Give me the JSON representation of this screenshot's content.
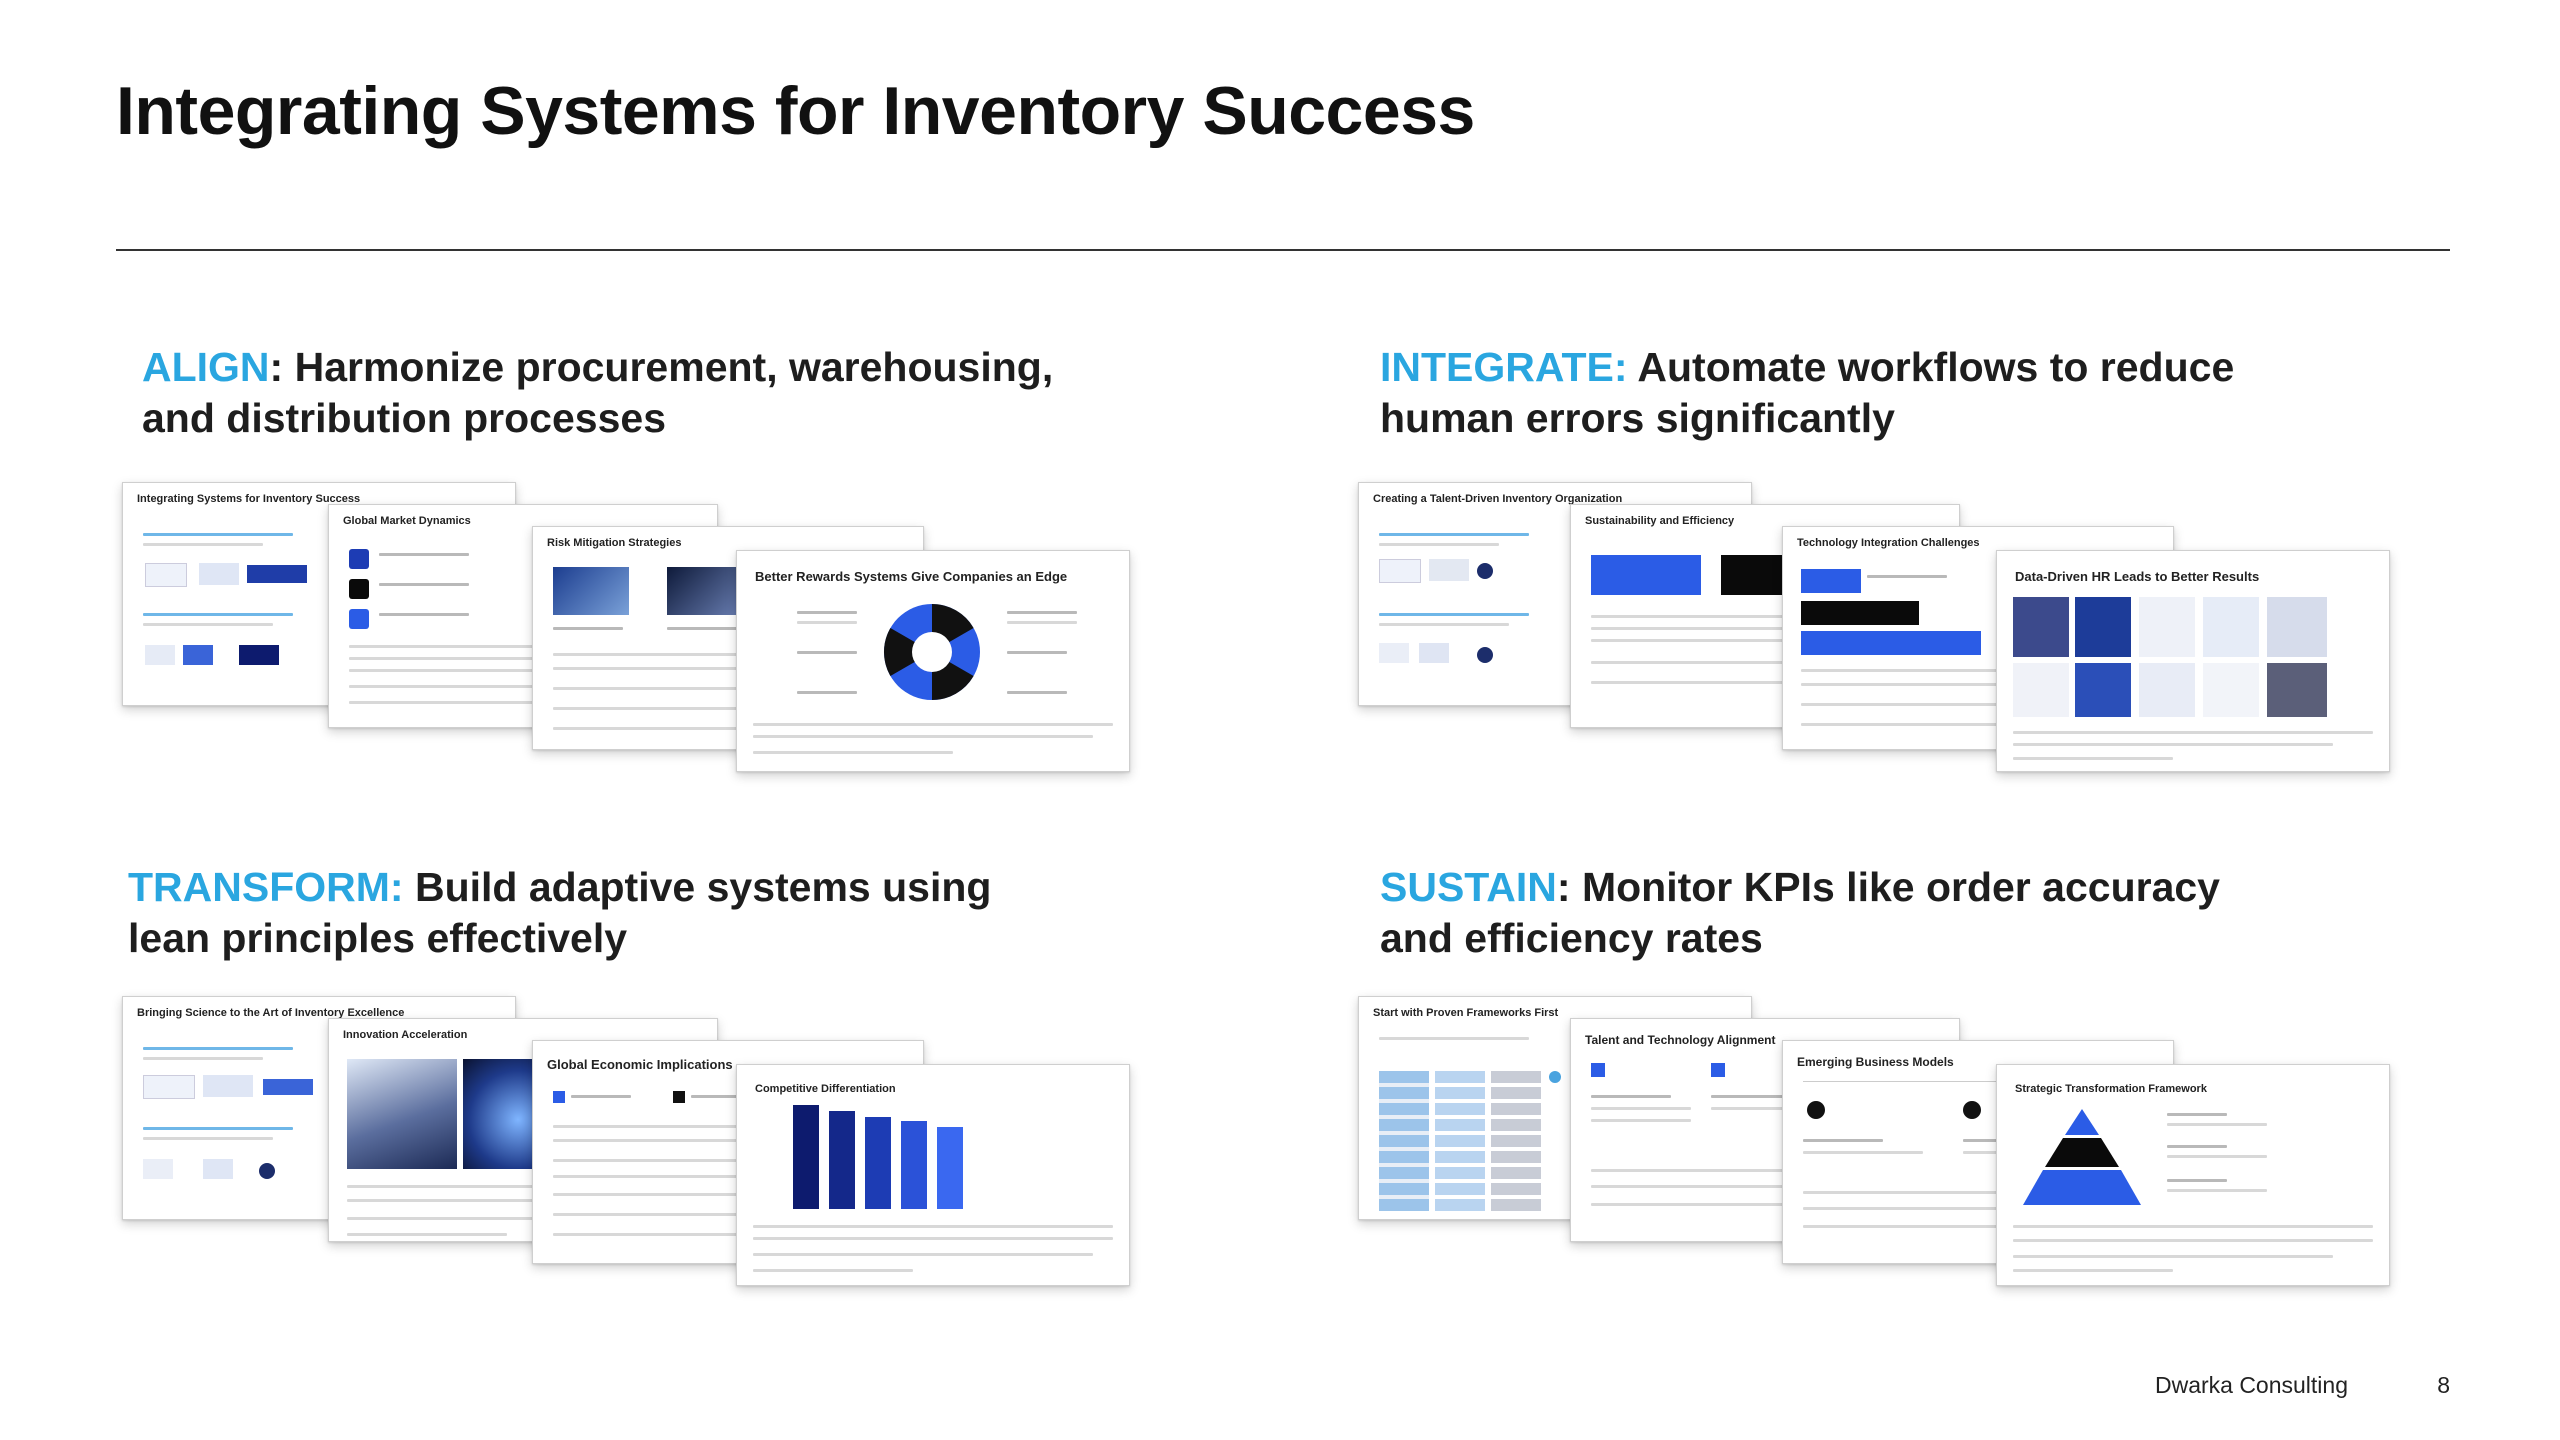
{
  "slide": {
    "title": "Integrating Systems for Inventory Success"
  },
  "quadrants": [
    {
      "keyword": "ALIGN",
      "separator": ": ",
      "heading_line1": "Harmonize procurement, warehousing,",
      "heading_line2": "and distribution processes",
      "thumbnails": [
        "Integrating Systems for Inventory Success",
        "Global Market Dynamics",
        "Risk Mitigation Strategies",
        "Better Rewards Systems Give Companies an Edge"
      ]
    },
    {
      "keyword": "INTEGRATE:",
      "separator": " ",
      "heading_line1": "Automate workflows to reduce",
      "heading_line2": "human errors significantly",
      "thumbnails": [
        "Creating a Talent-Driven Inventory Organization",
        "Sustainability and Efficiency",
        "Technology Integration Challenges",
        "Data-Driven HR Leads to Better Results"
      ]
    },
    {
      "keyword": "TRANSFORM:",
      "separator": " ",
      "heading_line1": "Build adaptive systems using",
      "heading_line2": "lean principles effectively",
      "thumbnails": [
        "Bringing Science to the Art of Inventory Excellence",
        "Innovation Acceleration",
        "Global Economic Implications",
        "Competitive Differentiation"
      ]
    },
    {
      "keyword": "SUSTAIN",
      "separator": ": ",
      "heading_line1": "Monitor KPIs like order accuracy",
      "heading_line2": "and efficiency rates",
      "thumbnails": [
        "Start with Proven Frameworks First",
        "Talent and Technology Alignment",
        "Emerging Business Models",
        "Strategic Transformation Framework"
      ]
    }
  ],
  "footer": {
    "company": "Dwarka Consulting",
    "page_number": "8"
  },
  "colors": {
    "keyword": "#2aa6e0",
    "accent_blue": "#2b5ce6",
    "navy": "#0d1b6e",
    "rule": "#333333"
  }
}
